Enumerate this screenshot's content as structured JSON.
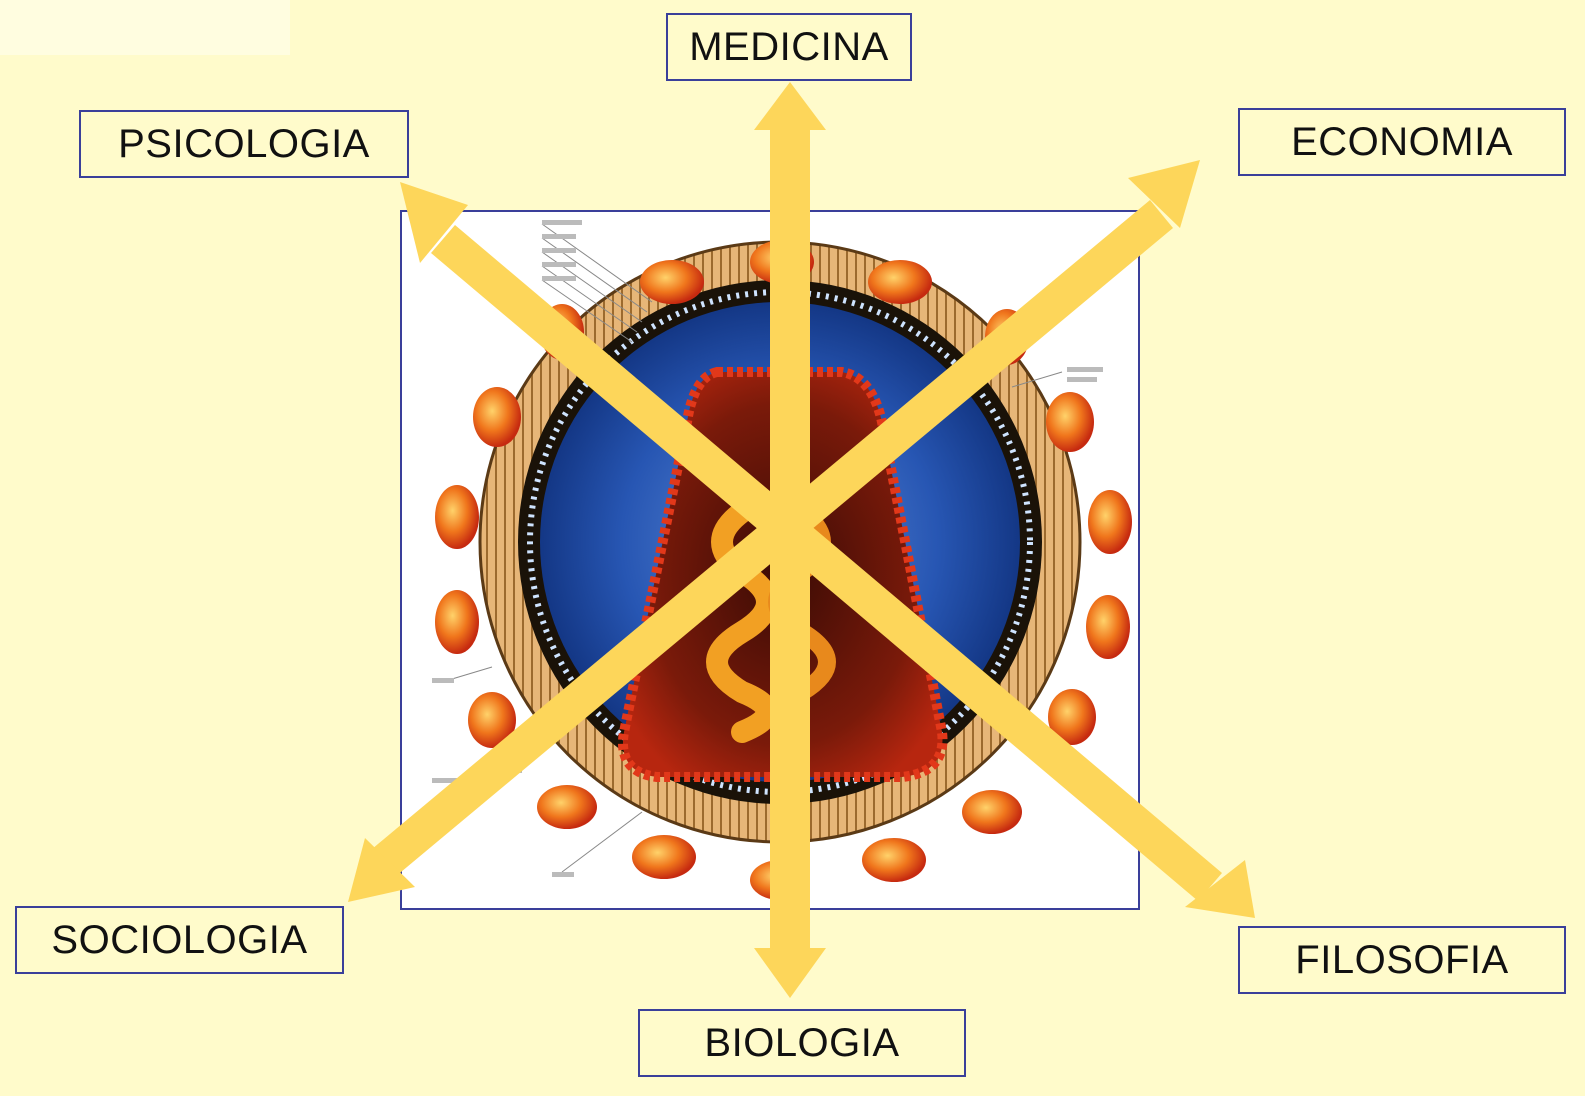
{
  "labels": {
    "medicina": "MEDICINA",
    "psicologia": "PSICOLOGIA",
    "economia": "ECONOMIA",
    "sociologia": "SOCIOLOGIA",
    "filosofia": "FILOSOFIA",
    "biologia": "BIOLOGIA"
  },
  "colors": {
    "background": "#FFFBCB",
    "arrow": "#FDD65A",
    "box_border": "#3A3F9A",
    "virus_core_blue": "#1F4FA8",
    "virus_red": "#D9301C",
    "virus_orange": "#F08A1E"
  },
  "image": {
    "subject": "virus-cross-section-illustration"
  }
}
